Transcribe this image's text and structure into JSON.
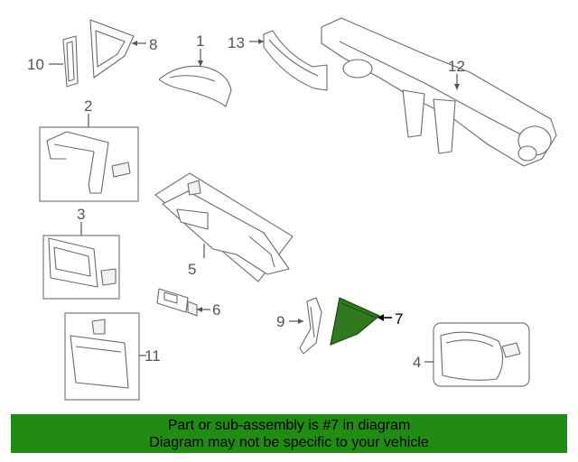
{
  "diagram": {
    "highlight_color": "#2f7a1f",
    "labels": {
      "p1": "1",
      "p2": "2",
      "p3": "3",
      "p4": "4",
      "p5": "5",
      "p6": "6",
      "p7": "7",
      "p8": "8",
      "p9": "9",
      "p10": "10",
      "p11": "11",
      "p12": "12",
      "p13": "13"
    }
  },
  "banner": {
    "background": "#228b13",
    "line1": "Part or sub-assembly is #7 in diagram",
    "line2": "Diagram may not be specific to your vehicle"
  }
}
